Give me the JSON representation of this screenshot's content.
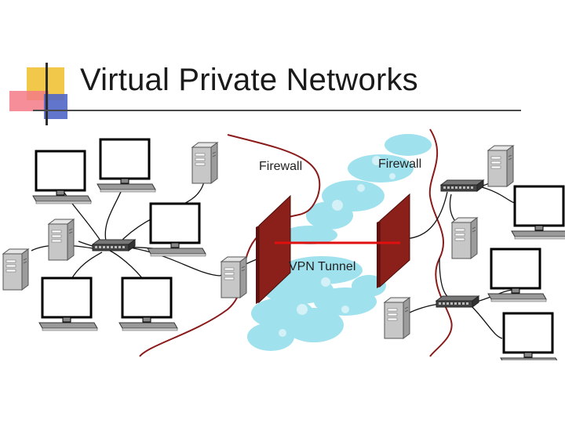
{
  "slide": {
    "title": "Virtual Private Networks"
  },
  "diagram": {
    "labels": {
      "firewall_left": "Firewall",
      "firewall_right": "Firewall",
      "tunnel": "VPN Tunnel"
    },
    "colors": {
      "firewall": "#8b1f1a",
      "tunnel": "#e01010",
      "cloud": "#7fd7e8",
      "boundary": "#8b1a1a",
      "accent_yellow": "#f2c84b",
      "accent_red": "#f37a86",
      "accent_blue": "#5166c8"
    },
    "icons": [
      "monitor-icon",
      "tower-server-icon",
      "network-switch-icon",
      "firewall-wall-icon",
      "cloud-icon"
    ]
  }
}
